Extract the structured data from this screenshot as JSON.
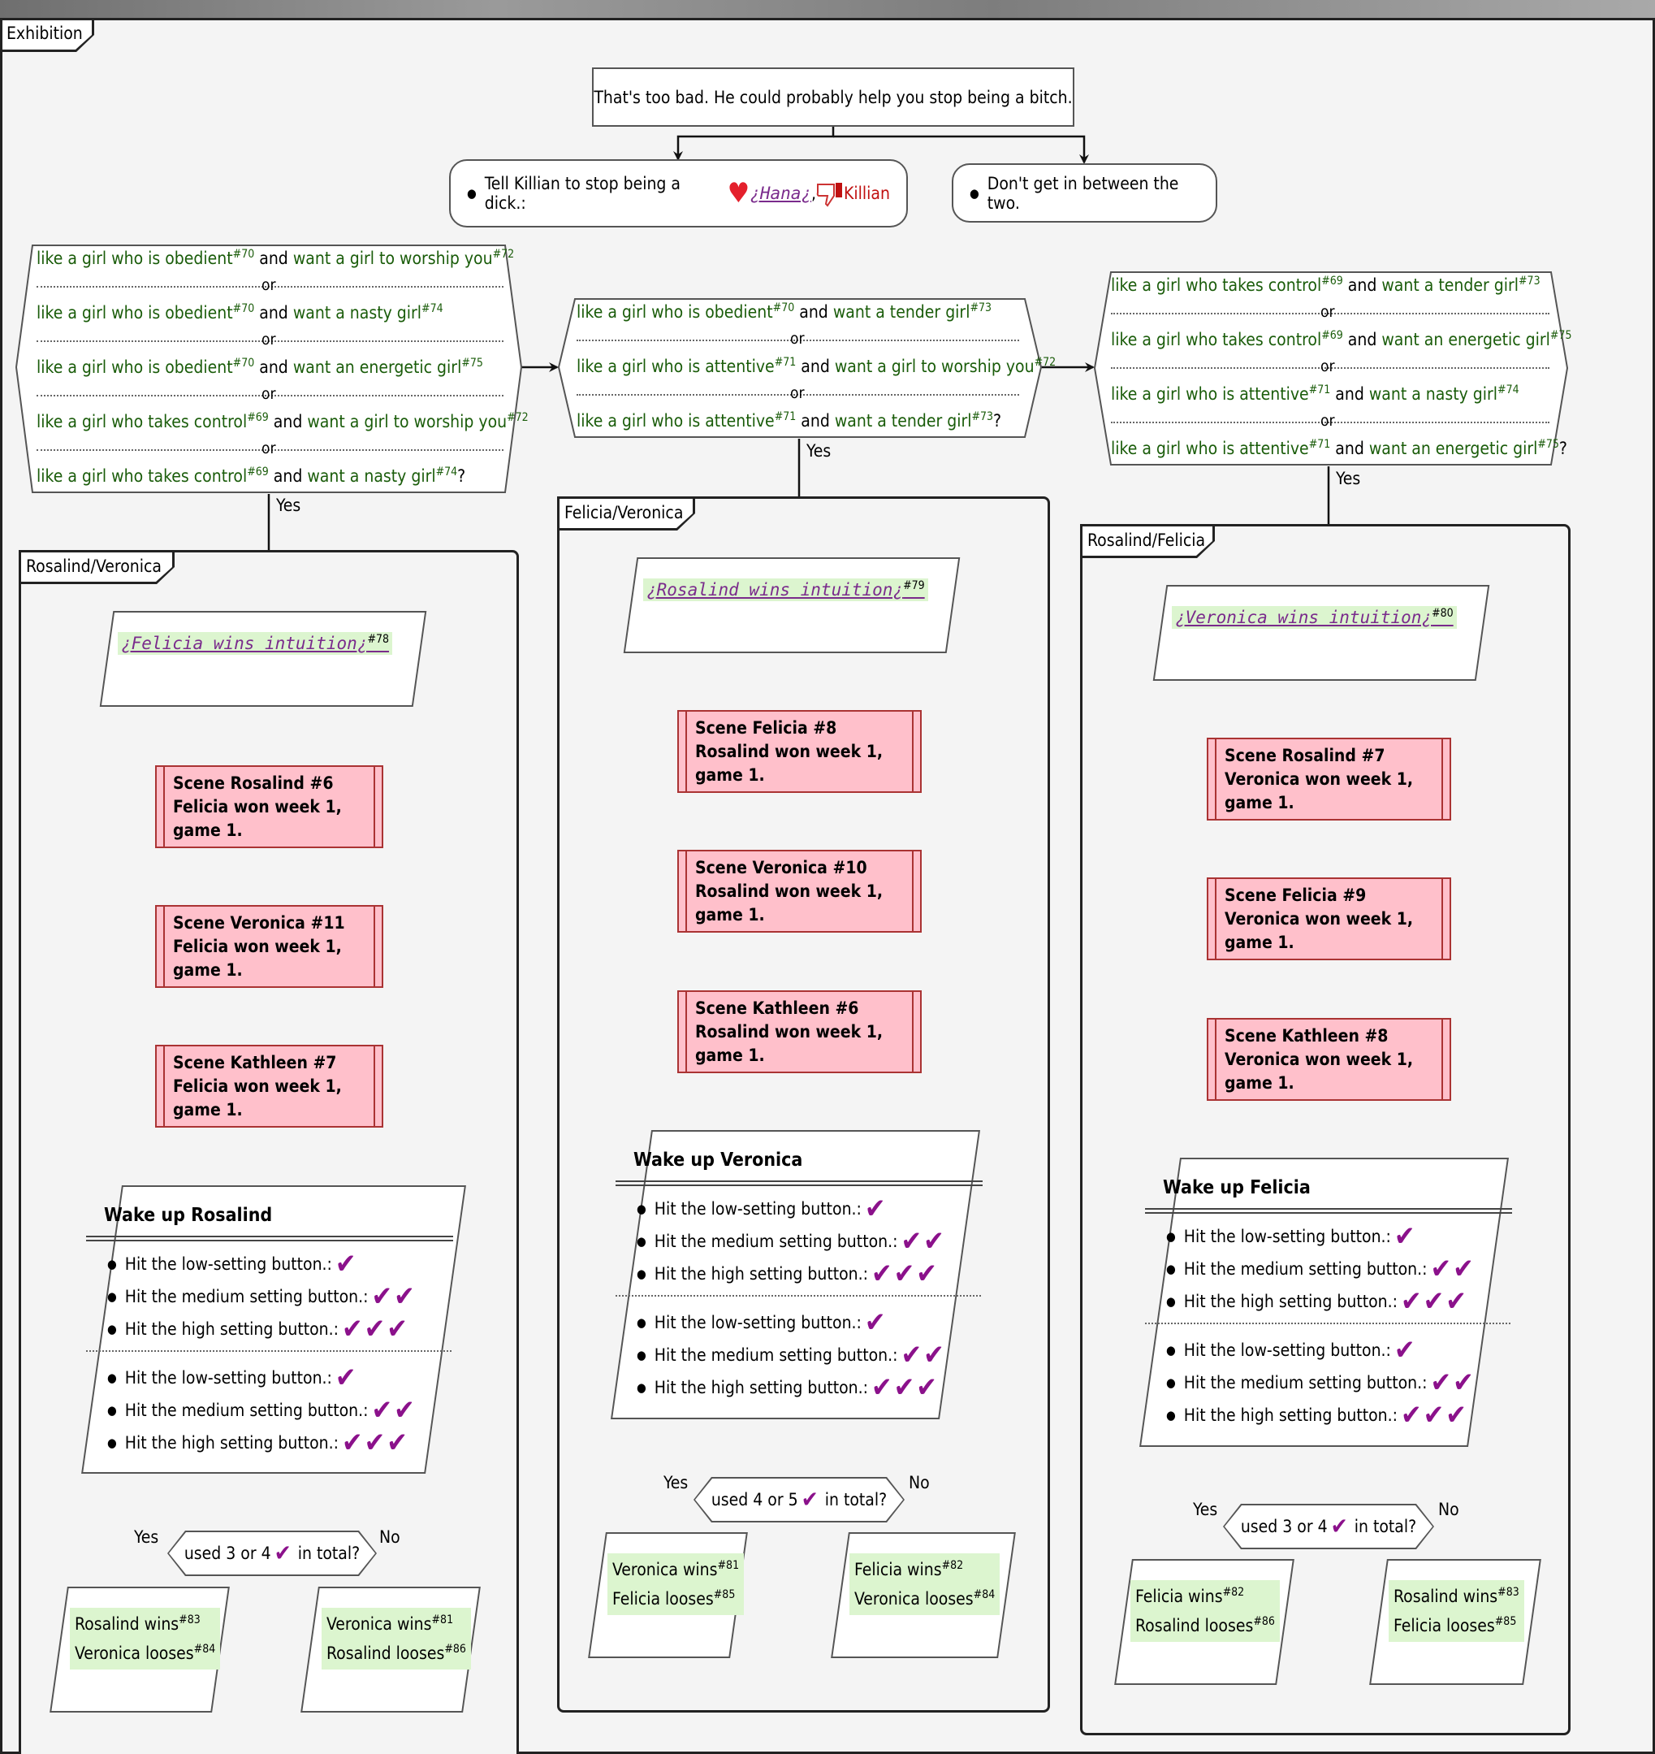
{
  "frame": {
    "title": "Exhibition"
  },
  "top": {
    "statement": "That's too bad. He could probably help you stop being a bitch.",
    "choice_left": {
      "text": "Tell Killian to stop being a dick.:",
      "hana": "¿Hana¿",
      "comma": ",",
      "killian": "Killian"
    },
    "choice_right": "Don't get in between the two."
  },
  "common": {
    "or": "or",
    "and": "and",
    "yes": "Yes",
    "no": "No",
    "q": "?",
    "obedient": "like a girl who is obedient",
    "takes_control": "like a girl who takes control",
    "attentive": "like a girl who is attentive",
    "worship": "want a girl to worship you",
    "nasty": "want a nasty girl",
    "energetic": "want an energetic girl",
    "tender": "want a tender girl",
    "tick": "✔"
  },
  "refs": {
    "r69": "#69",
    "r70": "#70",
    "r71": "#71",
    "r72": "#72",
    "r73": "#73",
    "r74": "#74",
    "r75": "#75"
  },
  "columns": {
    "left": {
      "group": "Rosalind/Veronica",
      "intuition": "¿Felicia wins intuition¿",
      "intuition_ref": "#78",
      "scenes": [
        {
          "title": "Scene Rosalind #6",
          "sub": "Felicia won week 1, game 1."
        },
        {
          "title": "Scene Veronica #11",
          "sub": "Felicia won week 1, game 1."
        },
        {
          "title": "Scene Kathleen #7",
          "sub": "Felicia won week 1, game 1."
        }
      ],
      "wake": "Wake up Rosalind",
      "buttons": [
        "Hit the low-setting button.:",
        "Hit the medium setting button.:",
        "Hit the high setting button.:"
      ],
      "decision": {
        "pre": "used 3 or 4",
        "post": "in total?"
      },
      "yes": {
        "a": "Rosalind wins",
        "a_ref": "#83",
        "b": "Veronica looses",
        "b_ref": "#84"
      },
      "no": {
        "a": "Veronica wins",
        "a_ref": "#81",
        "b": "Rosalind looses",
        "b_ref": "#86"
      }
    },
    "mid": {
      "group": "Felicia/Veronica",
      "intuition": "¿Rosalind wins intuition¿",
      "intuition_ref": "#79",
      "scenes": [
        {
          "title": "Scene Felicia #8",
          "sub": "Rosalind won week 1, game 1."
        },
        {
          "title": "Scene Veronica #10",
          "sub": "Rosalind won week 1, game 1."
        },
        {
          "title": "Scene Kathleen #6",
          "sub": "Rosalind won week 1, game 1."
        }
      ],
      "wake": "Wake up Veronica",
      "buttons": [
        "Hit the low-setting button.:",
        "Hit the medium setting button.:",
        "Hit the high setting button.:"
      ],
      "decision": {
        "pre": "used 4 or 5",
        "post": "in total?"
      },
      "yes": {
        "a": "Veronica wins",
        "a_ref": "#81",
        "b": "Felicia looses",
        "b_ref": "#85"
      },
      "no": {
        "a": "Felicia wins",
        "a_ref": "#82",
        "b": "Veronica looses",
        "b_ref": "#84"
      }
    },
    "right": {
      "group": "Rosalind/Felicia",
      "intuition": "¿Veronica wins intuition¿",
      "intuition_ref": "#80",
      "scenes": [
        {
          "title": "Scene Rosalind #7",
          "sub": "Veronica won week 1, game 1."
        },
        {
          "title": "Scene Felicia #9",
          "sub": "Veronica won week 1, game 1."
        },
        {
          "title": "Scene Kathleen #8",
          "sub": "Veronica won week 1, game 1."
        }
      ],
      "wake": "Wake up Felicia",
      "buttons": [
        "Hit the low-setting button.:",
        "Hit the medium setting button.:",
        "Hit the high setting button.:"
      ],
      "decision": {
        "pre": "used 3 or 4",
        "post": "in total?"
      },
      "yes": {
        "a": "Felicia wins",
        "a_ref": "#82",
        "b": "Rosalind looses",
        "b_ref": "#86"
      },
      "no": {
        "a": "Rosalind wins",
        "a_ref": "#83",
        "b": "Felicia looses",
        "b_ref": "#85"
      }
    }
  },
  "colors": {
    "condition_text": "#1a5c0a",
    "scene_fill": "#ffc0cb",
    "result_fill": "#dcf5cf",
    "check": "#8b118b",
    "link": "#7a2b8c"
  }
}
